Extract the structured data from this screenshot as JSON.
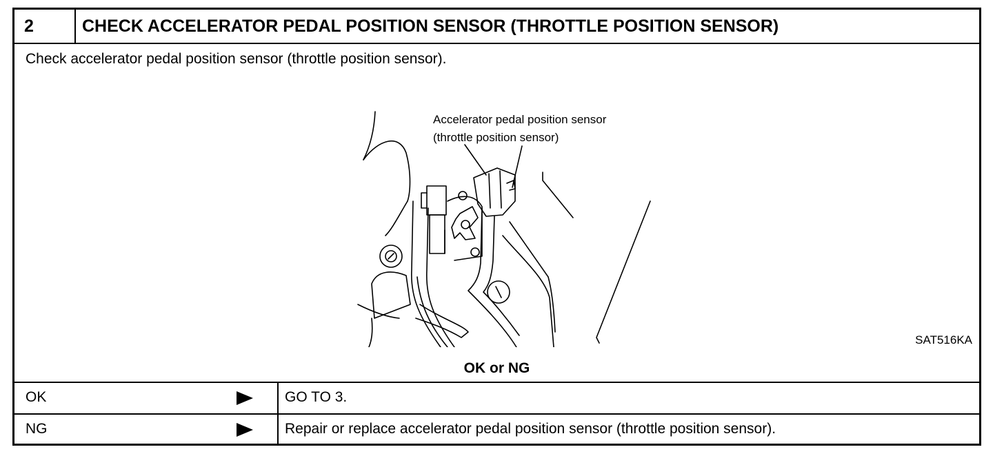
{
  "step": {
    "number": "2",
    "title": "CHECK ACCELERATOR PEDAL POSITION SENSOR (THROTTLE POSITION SENSOR)"
  },
  "instruction": "Check accelerator pedal position sensor (throttle position sensor).",
  "figure": {
    "callout_line1": "Accelerator pedal position sensor",
    "callout_line2": "(throttle position sensor)",
    "code": "SAT516KA"
  },
  "result_heading": "OK or NG",
  "results": [
    {
      "code": "OK",
      "action": "GO TO 3."
    },
    {
      "code": "NG",
      "action": "Repair or replace accelerator pedal position sensor (throttle position sensor)."
    }
  ]
}
